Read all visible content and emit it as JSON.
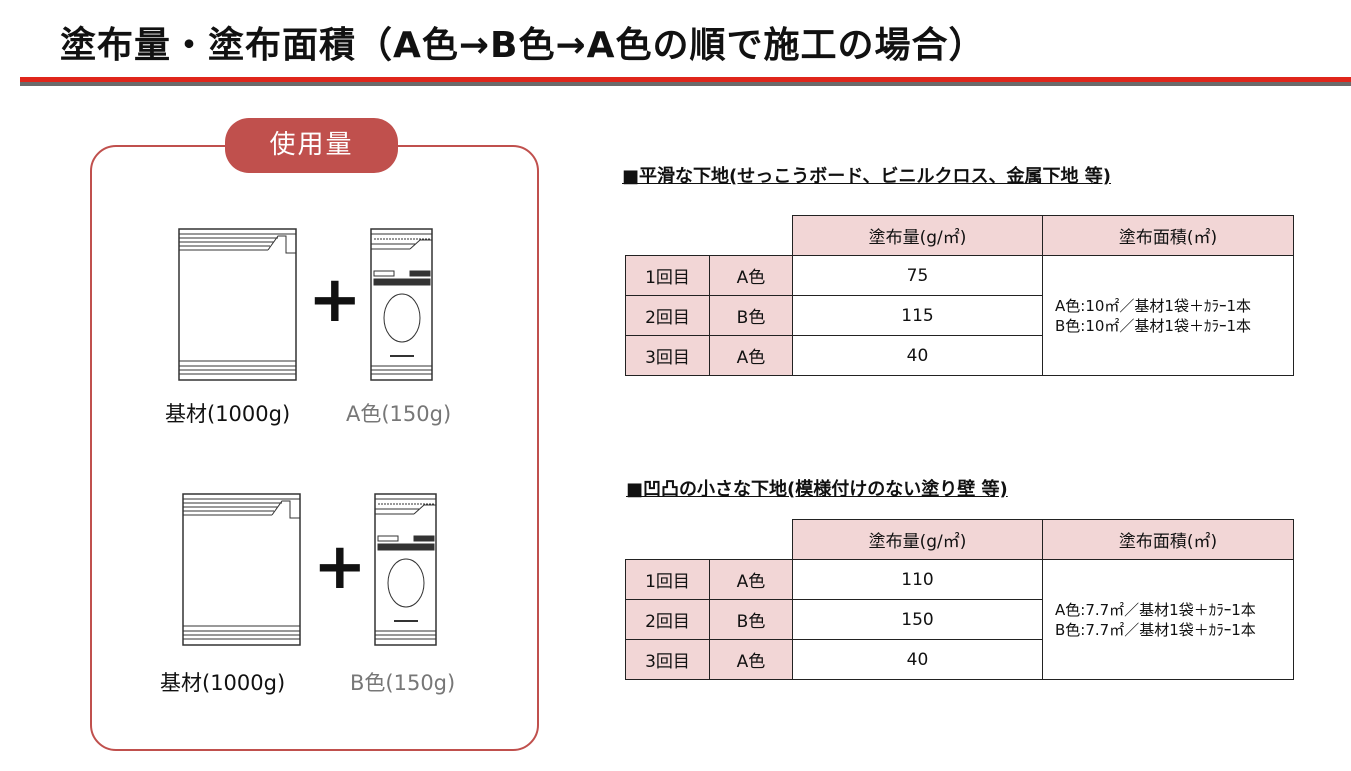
{
  "title": "塗布量・塗布面積（A色→B色→A色の順で施工の場合）",
  "usage_label": "使用量",
  "set1": {
    "base": "基材(1000g)",
    "color": "A色(150g)"
  },
  "set2": {
    "base": "基材(1000g)",
    "color": "B色(150g)"
  },
  "plus": "+",
  "tables": [
    {
      "heading": "■平滑な下地(せっこうボード、ビニルクロス、金属下地 等)",
      "col_amount": "塗布量(g/㎡)",
      "col_area": "塗布面積(㎡)",
      "rows": [
        {
          "round": "1回目",
          "color": "A色",
          "amount": "75"
        },
        {
          "round": "2回目",
          "color": "B色",
          "amount": "115"
        },
        {
          "round": "3回目",
          "color": "A色",
          "amount": "40"
        }
      ],
      "area": [
        "A色:10㎡／基材1袋＋ｶﾗｰ1本",
        "B色:10㎡／基材1袋＋ｶﾗｰ1本"
      ]
    },
    {
      "heading": "■凹凸の小さな下地(模様付けのない塗り壁 等)",
      "col_amount": "塗布量(g/㎡)",
      "col_area": "塗布面積(㎡)",
      "rows": [
        {
          "round": "1回目",
          "color": "A色",
          "amount": "110"
        },
        {
          "round": "2回目",
          "color": "B色",
          "amount": "150"
        },
        {
          "round": "3回目",
          "color": "A色",
          "amount": "40"
        }
      ],
      "area": [
        "A色:7.7㎡／基材1袋＋ｶﾗｰ1本",
        "B色:7.7㎡／基材1袋＋ｶﾗｰ1本"
      ]
    }
  ],
  "colors": {
    "accent": "#c0504d",
    "red_line": "#e0261b",
    "pink": "#f2d6d6"
  }
}
